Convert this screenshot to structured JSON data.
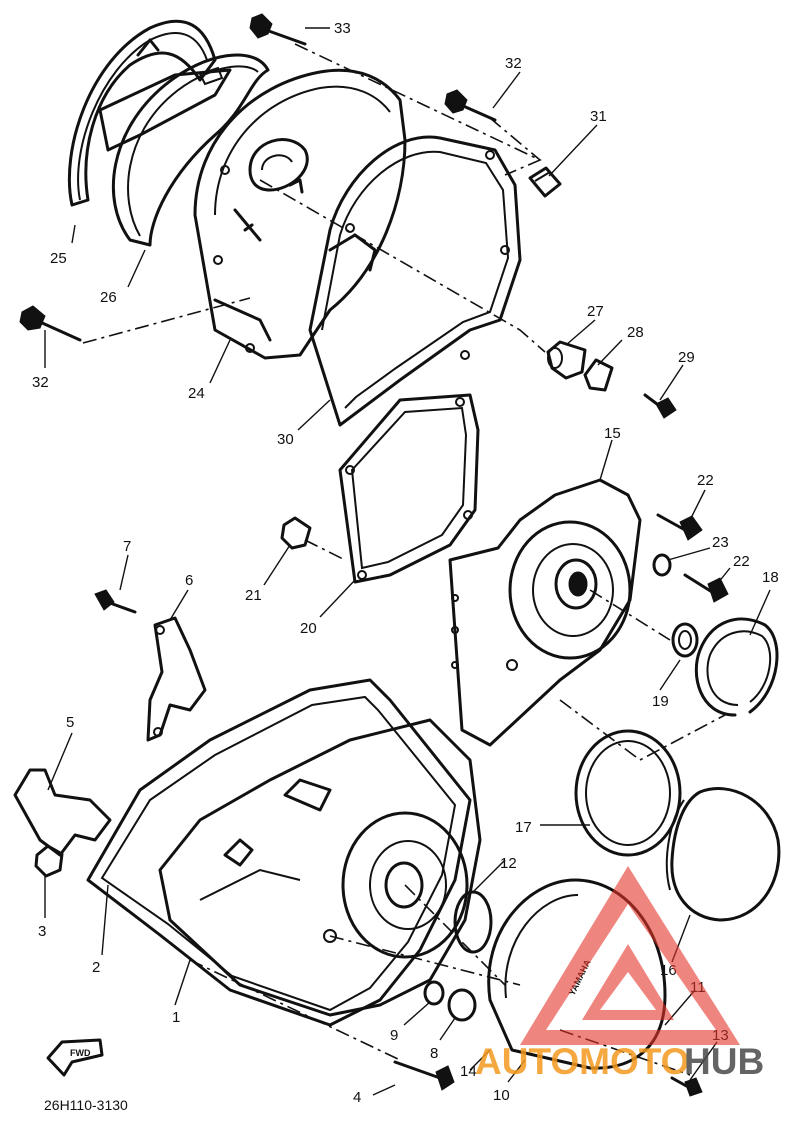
{
  "diagram": {
    "part_number_code": "26H110-3130",
    "forward_arrow_label": "FWD",
    "cover_brand_text": "YAMAHA",
    "callouts": [
      "1",
      "2",
      "3",
      "4",
      "5",
      "6",
      "7",
      "8",
      "9",
      "10",
      "11",
      "12",
      "13",
      "14",
      "15",
      "16",
      "17",
      "18",
      "19",
      "20",
      "21",
      "22",
      "22",
      "23",
      "24",
      "25",
      "26",
      "27",
      "28",
      "29",
      "30",
      "31",
      "32",
      "32",
      "33"
    ]
  },
  "watermark": {
    "text_orange": "AUTOMOTO",
    "text_dark": "HUB",
    "colors": {
      "red": "#e5332a",
      "orange": "#f39a1e",
      "dark": "#4a4a4a"
    }
  }
}
